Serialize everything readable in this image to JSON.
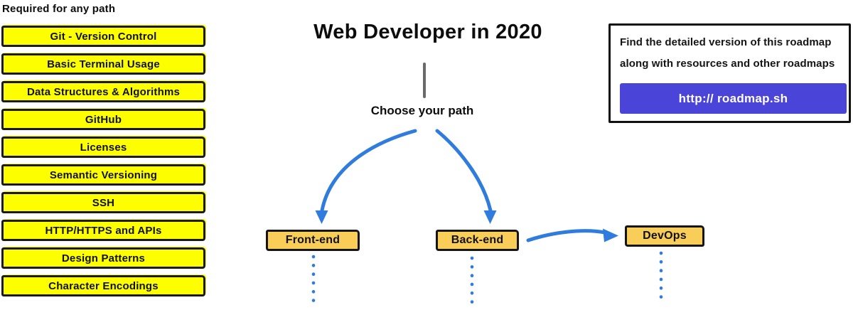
{
  "colors": {
    "node_yellow": "#FDFF00",
    "node_border": "#1A1A1A",
    "path_orange": "#F8CD58",
    "arrow_blue": "#2F7CDE",
    "button_purple": "#4B44D9",
    "divider_gray": "#6A6A6A"
  },
  "required": {
    "heading": "Required for any path",
    "items": [
      {
        "label": "Git - Version Control"
      },
      {
        "label": "Basic Terminal Usage"
      },
      {
        "label": "Data Structures & Algorithms"
      },
      {
        "label": "GitHub"
      },
      {
        "label": "Licenses"
      },
      {
        "label": "Semantic Versioning"
      },
      {
        "label": "SSH"
      },
      {
        "label": "HTTP/HTTPS and APIs"
      },
      {
        "label": "Design Patterns"
      },
      {
        "label": "Character Encodings"
      }
    ]
  },
  "header": {
    "title": "Web Developer in 2020",
    "subtitle": "Choose your path"
  },
  "paths": {
    "frontend": "Front-end",
    "backend": "Back-end",
    "devops": "DevOps"
  },
  "info_box": {
    "line1": "Find the detailed version of this roadmap",
    "line2": "along with resources and other roadmaps",
    "button_label": "http:// roadmap.sh"
  }
}
